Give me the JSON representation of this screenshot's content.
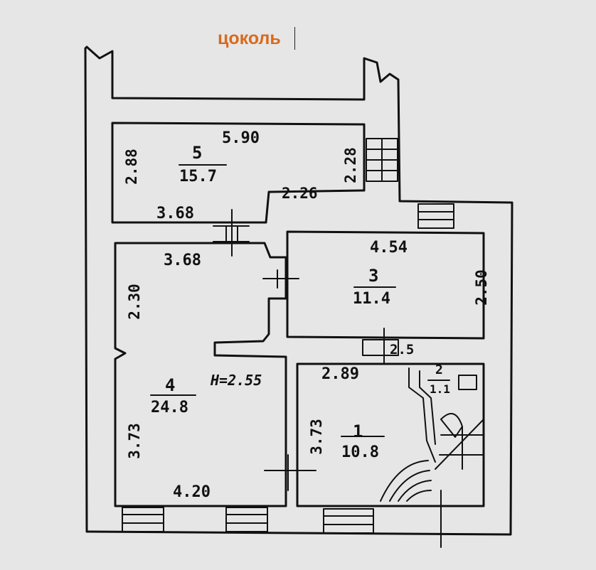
{
  "header": {
    "title": "цоколь",
    "title_color": "#d86a1e"
  },
  "colors": {
    "paper": "#e6e6e6",
    "ink": "#111111"
  },
  "rooms": [
    {
      "number": "5",
      "area": "15.7"
    },
    {
      "number": "3",
      "area": "11.4"
    },
    {
      "number": "4",
      "area": "24.8"
    },
    {
      "number": "1",
      "area": "10.8"
    },
    {
      "number": "2",
      "area": "1.1"
    }
  ],
  "dimensions": {
    "room5_top": "5.90",
    "room5_left": "2.88",
    "room5_right": "2.28",
    "room5_step": "2.26",
    "room5_bottom": "3.68",
    "room4_top": "3.68",
    "room4_left_upper": "2.30",
    "room4_left_lower": "3.73",
    "room4_bottom": "4.20",
    "room4_height": "H=2.55",
    "room3_top": "4.54",
    "room3_right": "2.50",
    "corridor_width": "2.5",
    "room1_top": "2.89",
    "room1_left": "3.73"
  }
}
